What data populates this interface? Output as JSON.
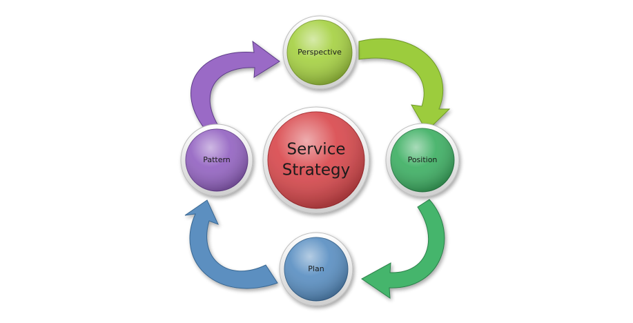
{
  "center": {
    "line1": "Service",
    "line2": "Strategy",
    "color": "#d9494d"
  },
  "nodes": {
    "perspective": {
      "label": "Perspective",
      "color": "#a6d143"
    },
    "position": {
      "label": "Position",
      "color": "#3fb064"
    },
    "plan": {
      "label": "Plan",
      "color": "#5a8fc2"
    },
    "pattern": {
      "label": "Pattern",
      "color": "#9464c2"
    }
  },
  "arrows": {
    "perspective_to_position": {
      "color": "#9ccc3c"
    },
    "position_to_plan": {
      "color": "#45b56c"
    },
    "plan_to_pattern": {
      "color": "#5b8fc0"
    },
    "pattern_to_perspective": {
      "color": "#9a6bc6"
    }
  }
}
